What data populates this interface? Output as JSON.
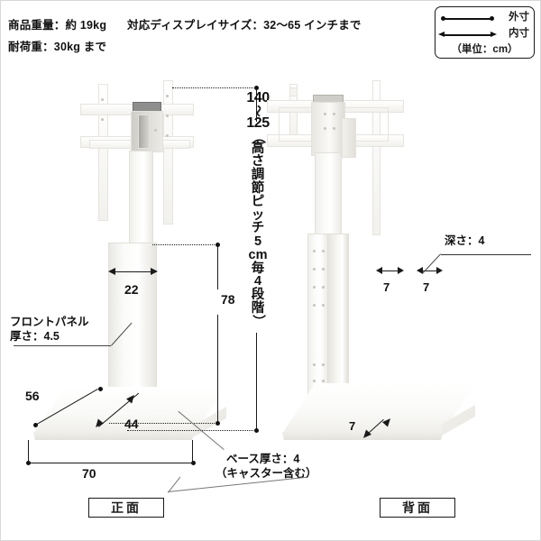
{
  "specs": {
    "weight": "商品重量：約 19kg",
    "display_size": "対応ディスプレイサイズ：32～65 インチまで",
    "load_capacity": "耐荷重：30kg まで"
  },
  "legend": {
    "outer_label": "外寸",
    "inner_label": "内寸",
    "unit_note": "（単位：cm）",
    "outer_icon": "dot-ended-line-icon",
    "inner_icon": "double-arrow-line-icon"
  },
  "views": {
    "front_caption": "正面",
    "back_caption": "背面"
  },
  "dimensions": {
    "height_range_chars": [
      "140",
      "～",
      "125",
      "（",
      "高",
      "さ",
      "調",
      "節",
      "ピ",
      "ッ",
      "チ",
      "5",
      "cm",
      "毎",
      "4",
      "段",
      "階",
      "）"
    ],
    "panel_width": "22",
    "pole_height": "78",
    "base_depth_outer": "56",
    "base_depth_inner": "44",
    "base_width": "70",
    "back_pole_left": "7",
    "back_pole_right": "7",
    "back_base_gap": "7"
  },
  "notes": {
    "front_panel_line1": "フロントパネル",
    "front_panel_line2": "厚さ：4.5",
    "base_thickness_line1": "ベース厚さ：4",
    "base_thickness_line2": "（キャスター含む）",
    "depth_label": "深さ：4"
  },
  "colors": {
    "ink": "#1a1a1a",
    "product": "#f7f6f3",
    "border": "#d8d8d8"
  }
}
